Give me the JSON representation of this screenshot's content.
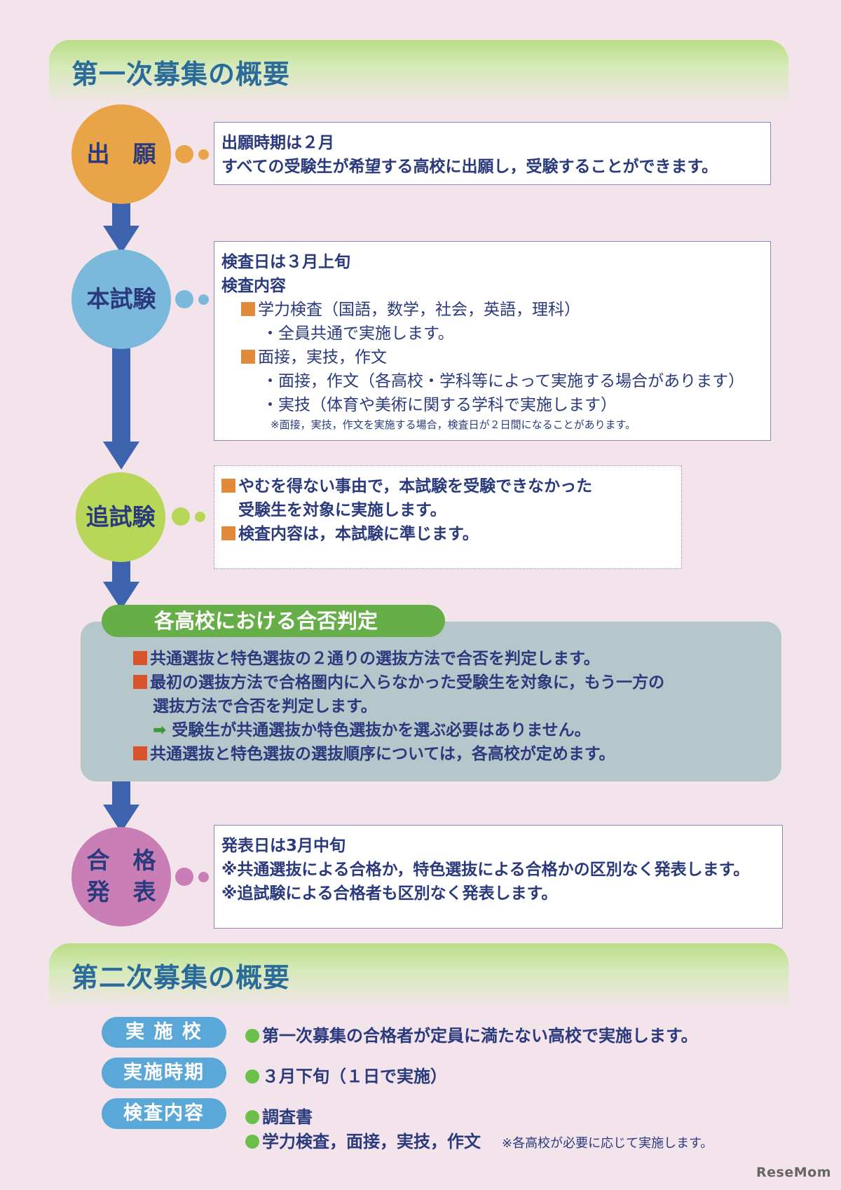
{
  "section1": {
    "title": "第一次募集の概要"
  },
  "flow": {
    "apply": {
      "label_lines": [
        "出　願"
      ],
      "lines": [
        "出願時期は２月",
        "すべての受験生が希望する高校に出願し，受験することができます。"
      ]
    },
    "main_exam": {
      "label_lines": [
        "本試験"
      ],
      "date": "検査日は３月上旬",
      "content_heading": "検査内容",
      "item1": "学力検査（国語，数学，社会，英語，理科）",
      "item1_sub": "・全員共通で実施します。",
      "item2": "面接，実技，作文",
      "item2_sub1": "・面接，作文（各高校・学科等によって実施する場合があります）",
      "item2_sub2": "・実技（体育や美術に関する学科で実施します）",
      "note": "※面接，実技，作文を実施する場合，検査日が２日間になることがあります。"
    },
    "makeup_exam": {
      "label_lines": [
        "追試験"
      ],
      "line1": "やむを得ない事由で，本試験を受験できなかった",
      "line1_cont": "受験生を対象に実施します。",
      "line2": "検査内容は，本試験に準じます。"
    },
    "judgment": {
      "title": "各高校における合否判定",
      "line1": "共通選抜と特色選抜の２通りの選抜方法で合否を判定します。",
      "line2": "最初の選抜方法で合格圏内に入らなかった受験生を対象に，もう一方の",
      "line2_cont": "選抜方法で合否を判定します。",
      "line3": "受験生が共通選抜か特色選抜かを選ぶ必要はありません。",
      "line4": "共通選抜と特色選抜の選抜順序については，各高校が定めます。"
    },
    "announcement": {
      "label_lines": [
        "合　格",
        "発　表"
      ],
      "lines": [
        "発表日は3月中旬",
        "※共通選抜による合格か，特色選抜による合格かの区別なく発表します。",
        "※追試験による合格者も区別なく発表します。"
      ]
    }
  },
  "section2": {
    "title": "第二次募集の概要",
    "rows": [
      {
        "label": "実 施 校",
        "text": "第一次募集の合格者が定員に満たない高校で実施します。"
      },
      {
        "label": "実施時期",
        "text": "３月下旬（１日で実施）"
      },
      {
        "label": "検査内容",
        "text": "調査書",
        "text2": "学力検査，面接，実技，作文",
        "note": "※各高校が必要に応じて実施します。"
      }
    ]
  },
  "logo": "ReseMom",
  "colors": {
    "background": "#f3e4ec",
    "apply": "#e8a446",
    "main_exam": "#7ab8dc",
    "makeup_exam": "#b8d658",
    "announcement": "#c97eb5",
    "arrow": "#3d63ae",
    "judgment_tab": "#66ae47",
    "judgment_panel": "#b6c7cc",
    "pill": "#5aa8d8"
  },
  "icons": [
    "down-arrow-icon",
    "square-bullet-icon",
    "right-arrow-icon",
    "circle-bullet-icon"
  ]
}
